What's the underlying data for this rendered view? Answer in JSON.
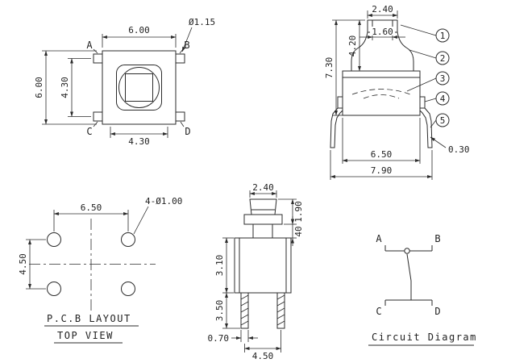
{
  "views": {
    "top_view": {
      "corners": {
        "a": "A",
        "b": "B",
        "c": "C",
        "d": "D"
      },
      "dims": {
        "width": "6.00",
        "height": "6.00",
        "pad_dia": "Ø1.15",
        "inner_v": "4.30",
        "inner_h": "4.30"
      }
    },
    "front_view": {
      "dims": {
        "cap_w": "2.40",
        "cap_inner": "1.60",
        "stem_h": "4.20",
        "total_h": "7.30",
        "body_w": "6.50",
        "overall_w": "7.90",
        "leg_t": "0.30"
      },
      "callouts": [
        "1",
        "2",
        "3",
        "4",
        "5"
      ]
    },
    "pcb_layout": {
      "dims": {
        "pitch_h": "6.50",
        "pitch_v": "4.50",
        "holes": "4-Ø1.00"
      },
      "title": "P.C.B LAYOUT",
      "subtitle": "TOP VIEW"
    },
    "side_view": {
      "dims": {
        "cap_w": "2.40",
        "cap_h": "1.90",
        "collar_h": "40",
        "body_h": "3.10",
        "leg_l": "3.50",
        "leg_w": "0.70",
        "pitch": "4.50"
      }
    },
    "circuit": {
      "terminals": {
        "a": "A",
        "b": "B",
        "c": "C",
        "d": "D"
      },
      "title": "Circuit Diagram"
    }
  },
  "colors": {
    "line": "#2b2b2b",
    "background": "#ffffff"
  }
}
